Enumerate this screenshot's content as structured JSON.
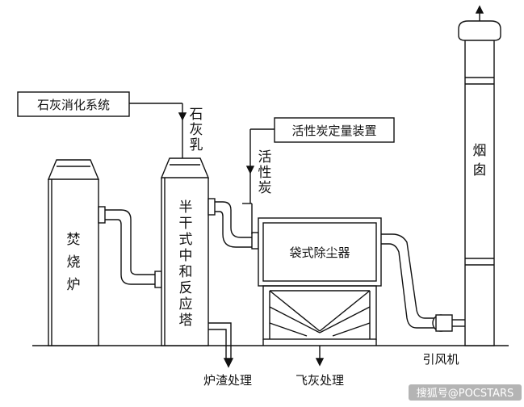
{
  "labels": {
    "lime_system": "石灰消化系统",
    "lime_milk": [
      "石",
      "灰",
      "乳"
    ],
    "carbon_dosing": "活性炭定量装置",
    "activated_carbon": [
      "活",
      "性",
      "炭"
    ],
    "incinerator": [
      "焚",
      "烧",
      "炉"
    ],
    "reactor": [
      "半",
      "干",
      "式",
      "中",
      "和",
      "反",
      "应",
      "塔"
    ],
    "chimney": [
      "烟",
      "囱"
    ],
    "bag_filter": "袋式除尘器",
    "slag": "炉渣处理",
    "fly_ash": "飞灰处理",
    "fan": "引风机"
  },
  "watermark": "搜狐号@POCSTARS",
  "colors": {
    "line": "#111111",
    "fill": "#ffffff"
  }
}
